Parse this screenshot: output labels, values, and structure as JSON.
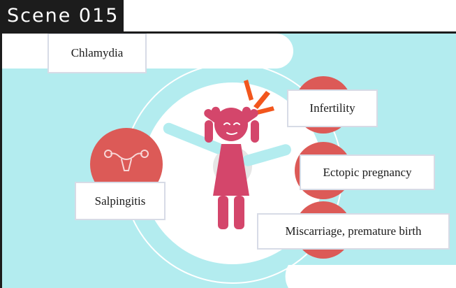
{
  "scene": {
    "label": "Scene 015"
  },
  "labels": {
    "disease": "Chlamydia",
    "salpingitis": "Salpingitis",
    "infertility": "Infertility",
    "ectopic": "Ectopic pregnancy",
    "miscarriage": "Miscarriage, premature birth"
  },
  "icons": {
    "disease": "bacteria-icon",
    "uterus": "uterus-icon",
    "person": "distressed-woman-icon",
    "alert": "alarm-burst-icon"
  },
  "colors": {
    "accent_red": "#dc5a57",
    "figure_pink": "#d4466b",
    "background_aqua": "#b3ecef",
    "burst_orange": "#f2561d"
  }
}
